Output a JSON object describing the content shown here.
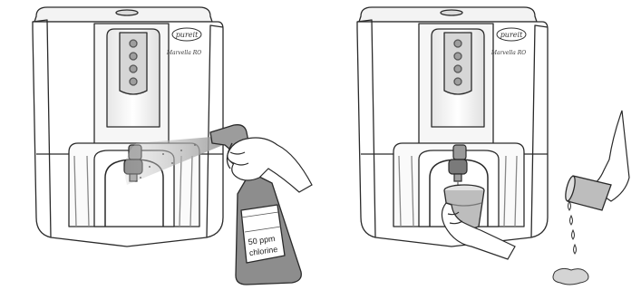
{
  "panels": [
    {
      "brand_logo": "pureit",
      "model_script": "Marvella RO",
      "bottle": {
        "line1": "50 ppm",
        "line2": "chlorine"
      }
    },
    {
      "brand_logo": "pureit",
      "model_script": "Marvella RO"
    }
  ]
}
